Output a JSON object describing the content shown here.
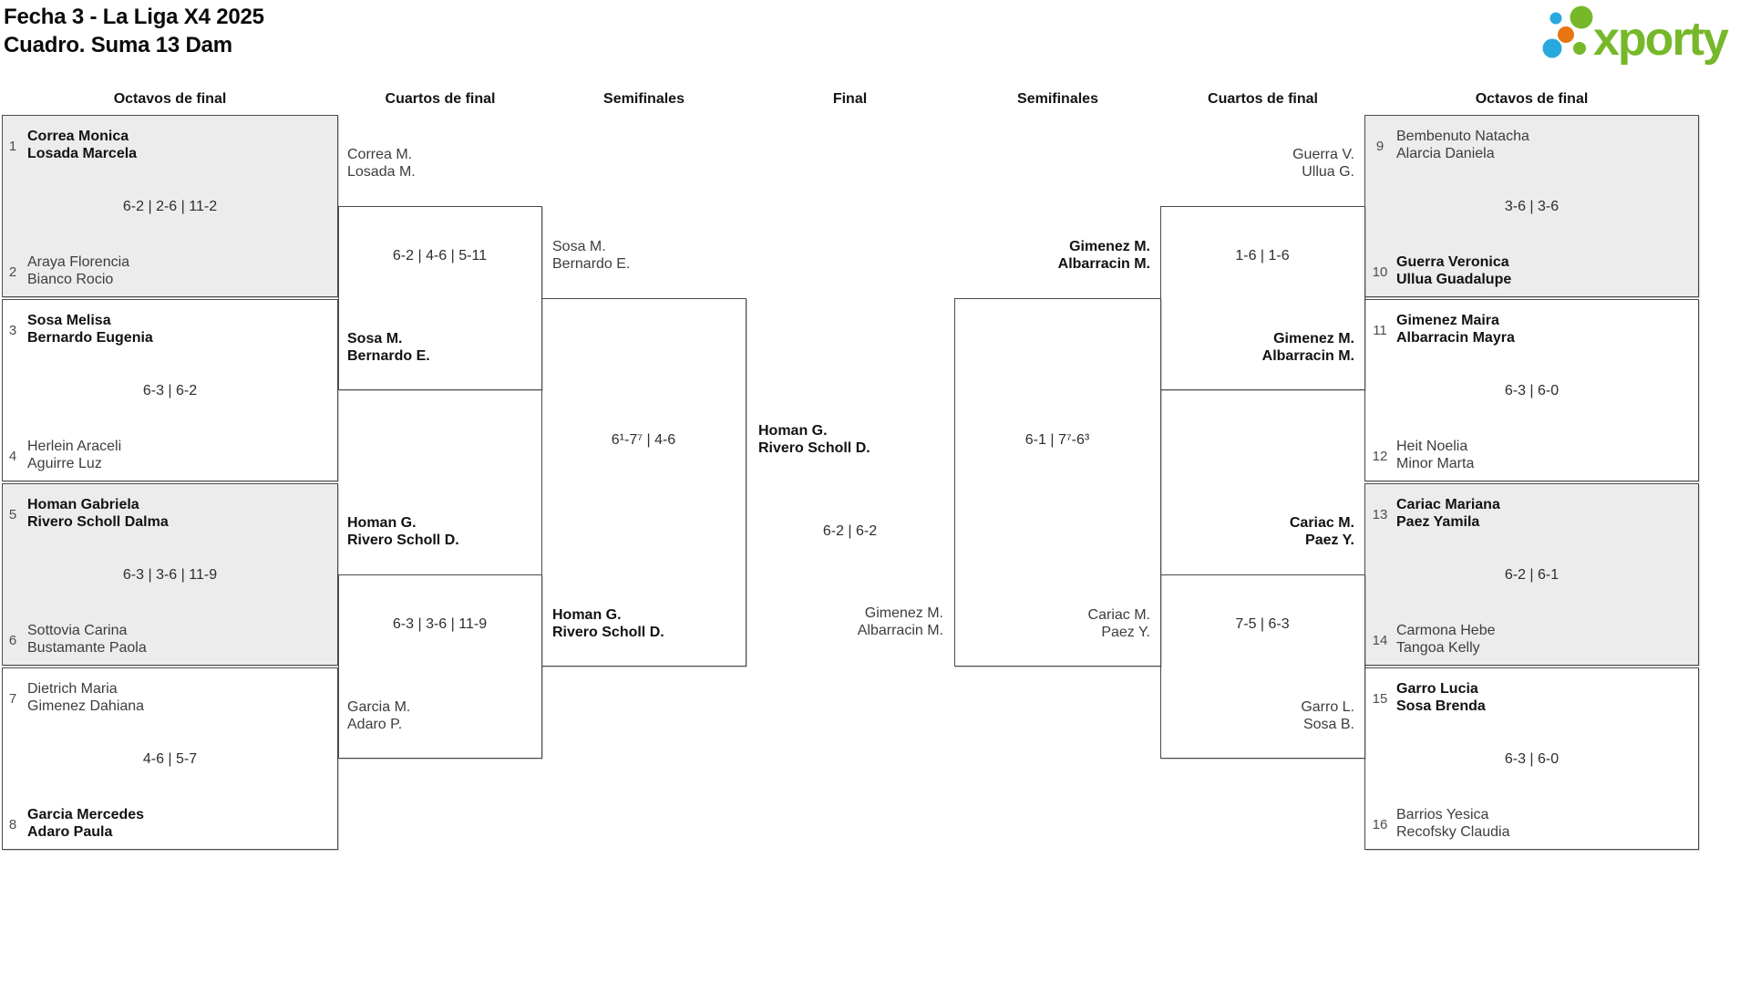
{
  "title": {
    "line1": "Fecha 3 - La Liga X4 2025",
    "line2": "Cuadro. Suma 13 Dam"
  },
  "logo": {
    "text": "xporty",
    "green": "#76b82a",
    "blue": "#29a8e0",
    "orange": "#e87511"
  },
  "headers": [
    "Octavos de final",
    "Cuartos de final",
    "Semifinales",
    "Final",
    "Semifinales",
    "Cuartos de final",
    "Octavos de final"
  ],
  "r16_left": [
    {
      "s1": "1",
      "t1a": "Correa Monica",
      "t1b": "Losada Marcela",
      "score": "6-2 | 2-6 | 11-2",
      "s2": "2",
      "t2a": "Araya Florencia",
      "t2b": "Bianco Rocio"
    },
    {
      "s1": "3",
      "t1a": "Sosa Melisa",
      "t1b": "Bernardo Eugenia",
      "score": "6-3 | 6-2",
      "s2": "4",
      "t2a": "Herlein Araceli",
      "t2b": "Aguirre Luz"
    },
    {
      "s1": "5",
      "t1a": "Homan Gabriela",
      "t1b": "Rivero Scholl Dalma",
      "score": "6-3 | 3-6 | 11-9",
      "s2": "6",
      "t2a": "Sottovia Carina",
      "t2b": "Bustamante Paola"
    },
    {
      "s1": "7",
      "t1a": "Dietrich Maria",
      "t1b": "Gimenez Dahiana",
      "score": "4-6 | 5-7",
      "s2": "8",
      "t2a": "Garcia Mercedes",
      "t2b": "Adaro Paula"
    }
  ],
  "r16_right": [
    {
      "s1": "9",
      "t1a": "Bembenuto Natacha",
      "t1b": "Alarcia Daniela",
      "score": "3-6 | 3-6",
      "s2": "10",
      "t2a": "Guerra Veronica",
      "t2b": "Ullua Guadalupe"
    },
    {
      "s1": "11",
      "t1a": "Gimenez Maira",
      "t1b": "Albarracin Mayra",
      "score": "6-3 | 6-0",
      "s2": "12",
      "t2a": "Heit Noelia",
      "t2b": "Minor Marta"
    },
    {
      "s1": "13",
      "t1a": "Cariac Mariana",
      "t1b": "Paez Yamila",
      "score": "6-2 | 6-1",
      "s2": "14",
      "t2a": "Carmona Hebe",
      "t2b": "Tangoa Kelly"
    },
    {
      "s1": "15",
      "t1a": "Garro Lucia",
      "t1b": "Sosa Brenda",
      "score": "6-3 | 6-0",
      "s2": "16",
      "t2a": "Barrios Yesica",
      "t2b": "Recofsky Claudia"
    }
  ],
  "qf_left": [
    {
      "t1a": "Correa M.",
      "t1b": "Losada M.",
      "score": "6-2 | 4-6 | 5-11",
      "t2a": "Sosa M.",
      "t2b": "Bernardo E."
    },
    {
      "t1a": "Homan G.",
      "t1b": "Rivero Scholl D.",
      "score": "6-3 | 3-6 | 11-9",
      "t2a": "Garcia M.",
      "t2b": "Adaro P."
    }
  ],
  "qf_right": [
    {
      "t1a": "Guerra V.",
      "t1b": "Ullua G.",
      "score": "1-6 | 1-6",
      "t2a": "Gimenez M.",
      "t2b": "Albarracin M."
    },
    {
      "t1a": "Cariac M.",
      "t1b": "Paez Y.",
      "score": "7-5 | 6-3",
      "t2a": "Garro L.",
      "t2b": "Sosa B."
    }
  ],
  "sf_left": {
    "t1a": "Sosa M.",
    "t1b": "Bernardo E.",
    "score": "6¹-7⁷ | 4-6",
    "t2a": "Homan G.",
    "t2b": "Rivero Scholl D."
  },
  "sf_right": {
    "t1a": "Gimenez M.",
    "t1b": "Albarracin M.",
    "score": "6-1 | 7⁷-6³",
    "t2a": "Cariac M.",
    "t2b": "Paez Y."
  },
  "final": {
    "t1a": "Homan G.",
    "t1b": "Rivero Scholl D.",
    "score": "6-2 | 6-2",
    "t2a": "Gimenez M.",
    "t2b": "Albarracin M."
  }
}
